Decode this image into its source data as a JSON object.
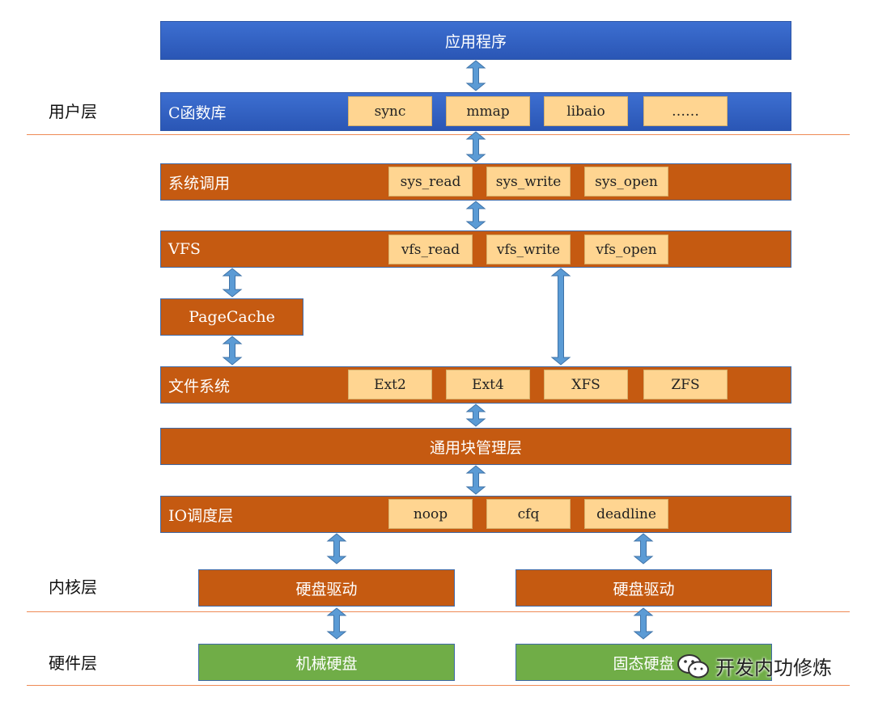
{
  "layers": {
    "user": "用户层",
    "kernel": "内核层",
    "hardware": "硬件层"
  },
  "app": {
    "title": "应用程序"
  },
  "clib": {
    "title": "C函数库",
    "items": [
      "sync",
      "mmap",
      "libaio",
      "……"
    ]
  },
  "syscall": {
    "title": "系统调用",
    "items": [
      "sys_read",
      "sys_write",
      "sys_open"
    ]
  },
  "vfs": {
    "title": "VFS",
    "items": [
      "vfs_read",
      "vfs_write",
      "vfs_open"
    ]
  },
  "pagecache": {
    "title": "PageCache"
  },
  "fs": {
    "title": "文件系统",
    "items": [
      "Ext2",
      "Ext4",
      "XFS",
      "ZFS"
    ]
  },
  "block": {
    "title": "通用块管理层"
  },
  "io": {
    "title": "IO调度层",
    "items": [
      "noop",
      "cfq",
      "deadline"
    ]
  },
  "drivers": {
    "left": "硬盘驱动",
    "right": "硬盘驱动"
  },
  "disks": {
    "left": "机械硬盘",
    "right": "固态硬盘"
  },
  "watermark": {
    "text": "开发内功修炼"
  },
  "colors": {
    "blue": "#2a56b5",
    "orange": "#c55a11",
    "green": "#70ad47",
    "chip": "#ffd591",
    "arrow": "#5b9bd5",
    "separator": "#ee8a55"
  }
}
